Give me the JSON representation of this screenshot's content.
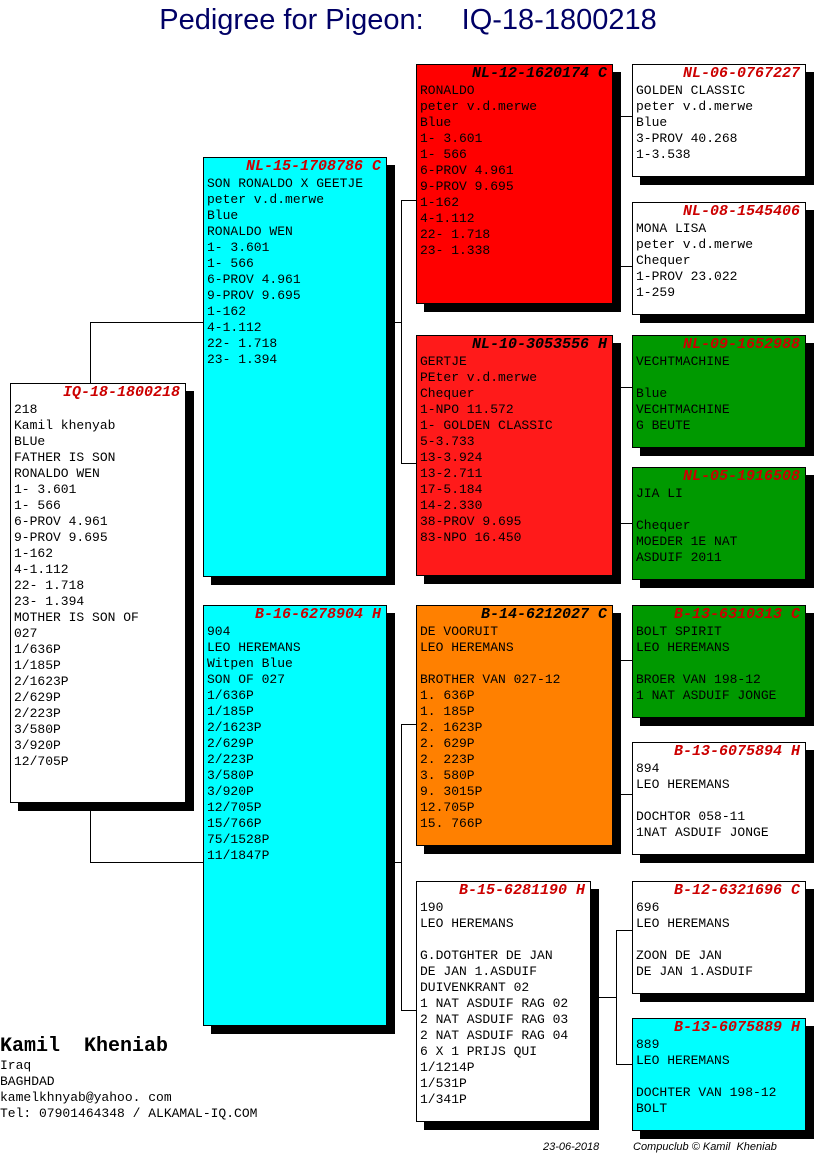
{
  "page": {
    "title_prefix": "Pedigree for Pigeon:",
    "title_ring": "IQ-18-1800218"
  },
  "pigeons": {
    "subject": {
      "ring": "IQ-18-1800218",
      "lines": [
        "218",
        "Kamil khenyab",
        "BLUe",
        "FATHER IS SON",
        "RONALDO WEN",
        "1- 3.601",
        "1- 566",
        "6-PROV 4.961",
        "9-PROV 9.695",
        "1-162",
        "4-1.112",
        "22- 1.718",
        "23- 1.394",
        "MOTHER IS SON OF",
        "027",
        "1/636P",
        "1/185P",
        "2/1623P",
        "2/629P",
        "2/223P",
        "3/580P",
        "3/920P",
        "12/705P"
      ],
      "color": "#ffffff"
    },
    "sire": {
      "ring": "NL-15-1708786 C",
      "lines": [
        "SON RONALDO X GEETJE",
        "peter v.d.merwe",
        "Blue",
        "RONALDO WEN",
        "1- 3.601",
        "1- 566",
        "6-PROV 4.961",
        "9-PROV 9.695",
        "1-162",
        "4-1.112",
        "22- 1.718",
        "23- 1.394"
      ],
      "color": "#00ffff"
    },
    "dam": {
      "ring": "B-16-6278904 H",
      "lines": [
        "904",
        "LEO HEREMANS",
        "Witpen Blue",
        "SON OF 027",
        "1/636P",
        "1/185P",
        "2/1623P",
        "2/629P",
        "2/223P",
        "3/580P",
        "3/920P",
        "12/705P",
        "15/766P",
        "75/1528P",
        "11/1847P"
      ],
      "color": "#00ffff"
    },
    "sire_sire": {
      "ring": "NL-12-1620174 C",
      "lines": [
        "RONALDO",
        "peter v.d.merwe",
        "Blue",
        "1- 3.601",
        "1- 566",
        "6-PROV 4.961",
        "9-PROV 9.695",
        "1-162",
        "4-1.112",
        "22- 1.718",
        "23- 1.338"
      ],
      "color": "#ff0000"
    },
    "sire_dam": {
      "ring": "NL-10-3053556 H",
      "lines": [
        "GERTJE",
        "PEter v.d.merwe",
        "Chequer",
        "1-NPO 11.572",
        "1- GOLDEN CLASSIC",
        "5-3.733",
        "13-3.924",
        "13-2.711",
        "17-5.184",
        "14-2.330",
        "38-PROV 9.695",
        "83-NPO 16.450"
      ],
      "color": "#ff1a1a"
    },
    "dam_sire": {
      "ring": "B-14-6212027 C",
      "lines": [
        "DE VOORUIT",
        "LEO HEREMANS",
        "",
        "BROTHER VAN 027-12",
        "1. 636P",
        "1. 185P",
        "2. 1623P",
        "2. 629P",
        "2. 223P",
        "3. 580P",
        "9. 3015P",
        "12.705P",
        "15. 766P"
      ],
      "color": "#ff8000"
    },
    "dam_dam": {
      "ring": "B-15-6281190 H",
      "lines": [
        "190",
        "LEO HEREMANS",
        "",
        "G.DOTGHTER DE JAN",
        "DE JAN 1.ASDUIF",
        "DUIVENKRANT 02",
        "1 NAT ASDUIF RAG 02",
        "2 NAT ASDUIF RAG 03",
        "2 NAT ASDUIF RAG 04",
        "6 X 1 PRIJS QUI",
        "1/1214P",
        "1/531P",
        "1/341P"
      ],
      "color": "#ffffff"
    },
    "ss_sire": {
      "ring": "NL-06-0767227",
      "lines": [
        "GOLDEN CLASSIC",
        "peter v.d.merwe",
        "Blue",
        "3-PROV 40.268",
        "1-3.538"
      ],
      "color": "#ffffff"
    },
    "ss_dam": {
      "ring": "NL-08-1545406",
      "lines": [
        "MONA LISA",
        "peter v.d.merwe",
        "Chequer",
        "1-PROV 23.022",
        "1-259"
      ],
      "color": "#ffffff"
    },
    "sd_sire": {
      "ring": "NL-09-1652988",
      "lines": [
        "VECHTMACHINE",
        "",
        "Blue",
        "VECHTMACHINE",
        "G BEUTE"
      ],
      "color": "#009900"
    },
    "sd_dam": {
      "ring": "NL-05-1916508",
      "lines": [
        "JIA LI",
        "",
        "Chequer",
        "MOEDER 1E NAT",
        "ASDUIF 2011"
      ],
      "color": "#009900"
    },
    "ds_sire": {
      "ring": "B-13-6310313 C",
      "lines": [
        "BOLT SPIRIT",
        "LEO HEREMANS",
        "",
        "BROER VAN 198-12",
        "1 NAT ASDUIF JONGE"
      ],
      "color": "#009900"
    },
    "ds_dam": {
      "ring": "B-13-6075894 H",
      "lines": [
        "894",
        "LEO HEREMANS",
        "",
        "DOCHTOR 058-11",
        "1NAT ASDUIF JONGE"
      ],
      "color": "#ffffff"
    },
    "dd_sire": {
      "ring": "B-12-6321696 C",
      "lines": [
        "696",
        "LEO HEREMANS",
        "",
        "ZOON DE JAN",
        "DE JAN 1.ASDUIF"
      ],
      "color": "#ffffff"
    },
    "dd_dam": {
      "ring": "B-13-6075889 H",
      "lines": [
        "889",
        "LEO HEREMANS",
        "",
        "DOCHTER VAN 198-12",
        "BOLT"
      ],
      "color": "#00ffff"
    }
  },
  "owner": {
    "name": "Kamil  Kheniab",
    "country": "Iraq",
    "city": "BAGHDAD",
    "email": "kamelkhnyab@yahoo. com",
    "phone_web": "Tel: 07901464348 / ALKAMAL-IQ.COM"
  },
  "footer": {
    "date": "23-06-2018",
    "credit": "Compuclub © Kamil  Kheniab"
  }
}
